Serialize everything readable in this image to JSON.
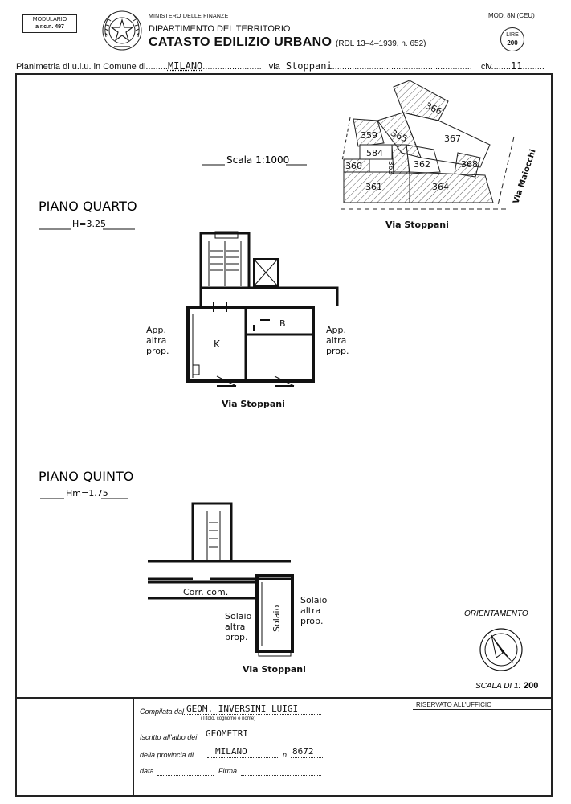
{
  "header": {
    "modulario": "MODULARIO",
    "modulario_ref": "a r.c.n. 497",
    "ministry": "MINISTERO DELLE FINANZE",
    "department": "DIPARTIMENTO DEL TERRITORIO",
    "catasto": "CATASTO EDILIZIO URBANO",
    "rdl": "(RDL 13–4–1939, n. 652)",
    "mod": "MOD. 8N (CEU)",
    "lire_label": "LIRE",
    "lire_value": "200"
  },
  "plan_line": {
    "prefix": "Planimetria di u.i.u. in Comune di",
    "comune": "MILANO",
    "via_label": "via",
    "via": "Stoppani",
    "civ_label": "civ.",
    "civ": "11"
  },
  "drawing": {
    "scala_top": "Scala 1:1000",
    "piano_quarto": "PIANO QUARTO",
    "h_quarto": "H=3.25",
    "piano_quinto": "PIANO QUINTO",
    "h_quinto": "Hm=1.75",
    "room_k": "K",
    "room_b": "B",
    "app_altra_left": [
      "App.",
      "altra",
      "prop."
    ],
    "app_altra_right": [
      "App.",
      "altra",
      "prop."
    ],
    "via_stoppani_1": "Via Stoppani",
    "via_stoppani_2": "Via Stoppani",
    "via_stoppani_3": "Via Stoppani",
    "via_maiocchi": "Via Maiocchi",
    "corr_com": "Corr. com.",
    "solaio": "Solaio",
    "solaio_left": [
      "Solaio",
      "altra",
      "prop."
    ],
    "solaio_right": [
      "Solaio",
      "altra",
      "prop."
    ],
    "parcels": [
      "366",
      "359",
      "365",
      "367",
      "584",
      "363",
      "362",
      "368",
      "360",
      "361",
      "364"
    ],
    "orientamento": "ORIENTAMENTO",
    "scala_di": "SCALA DI 1:",
    "scala_value": "200"
  },
  "footer": {
    "compilata_label": "Compilata dal",
    "compilata_value": "GEOM. INVERSINI LUIGI",
    "titolo_note": "(Titolo, cognome e nome)",
    "iscritto_label": "Iscritto all'albo dei",
    "iscritto_value": "GEOMETRI",
    "provincia_label": "della provincia di",
    "provincia_value": "MILANO",
    "n_label": "n.",
    "n_value": "8672",
    "data_label": "data",
    "firma_label": "Firma",
    "riservato": "RISERVATO ALL'UFFICIO"
  }
}
